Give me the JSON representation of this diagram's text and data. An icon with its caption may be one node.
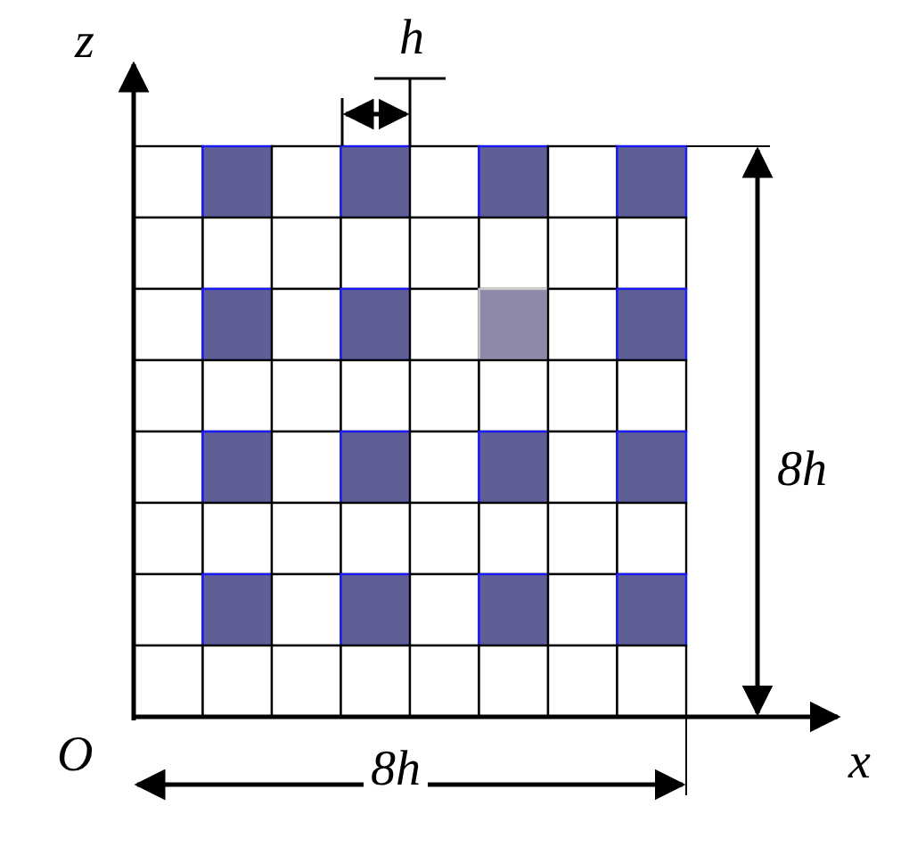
{
  "diagram": {
    "labels": [
      "z",
      "h",
      "8h",
      "O",
      "8h",
      "x"
    ]
  }
}
